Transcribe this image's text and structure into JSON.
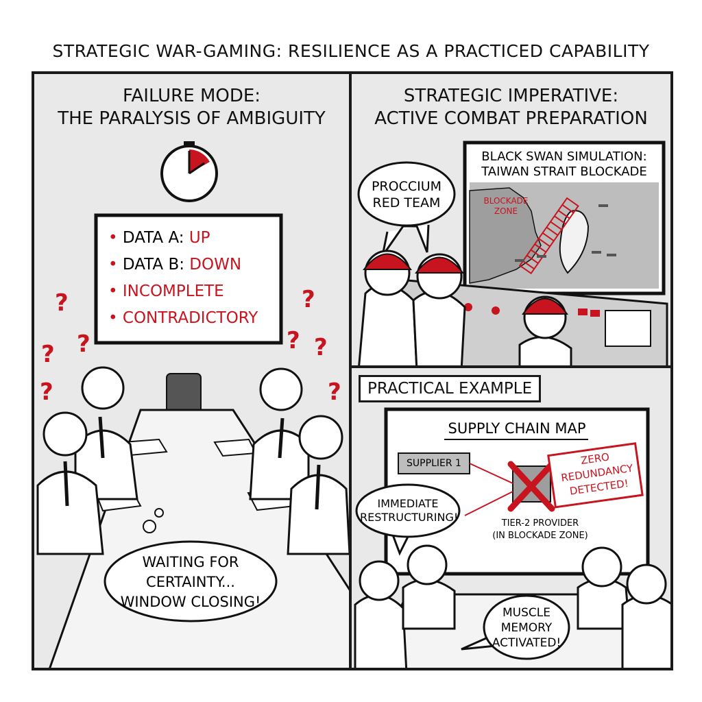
{
  "page": {
    "title": "STRATEGIC WAR-GAMING: RESILIENCE AS A PRACTICED CAPABILITY"
  },
  "panel_left": {
    "title_line1": "FAILURE MODE:",
    "title_line2": "THE PARALYSIS OF AMBIGUITY",
    "board": [
      {
        "prefix": "DATA A: ",
        "value": "UP"
      },
      {
        "prefix": "DATA B: ",
        "value": "DOWN"
      },
      {
        "prefix": "",
        "value": "INCOMPLETE"
      },
      {
        "prefix": "",
        "value": "CONTRADICTORY"
      }
    ],
    "thought_line1": "WAITING FOR",
    "thought_line2": "CERTAINTY...",
    "thought_line3": "WINDOW CLOSING!"
  },
  "panel_top_right": {
    "title_line1": "STRATEGIC IMPERATIVE:",
    "title_line2": "ACTIVE COMBAT PREPARATION",
    "bubble_line1": "PROCCIUM",
    "bubble_line2": "RED TEAM",
    "screen_title_line1": "BLACK SWAN SIMULATION:",
    "screen_title_line2": "TAIWAN STRAIT BLOCKADE",
    "zone_line1": "BLOCKADE",
    "zone_line2": "ZONE"
  },
  "panel_bottom_right": {
    "caption": "PRACTICAL EXAMPLE",
    "screen_title": "SUPPLY CHAIN MAP",
    "supplier": "SUPPLIER 1",
    "stamp_line1": "ZERO",
    "stamp_line2": "REDUNDANCY",
    "stamp_line3": "DETECTED!",
    "provider_line1": "TIER-2 PROVIDER",
    "provider_line2": "(IN BLOCKADE ZONE)",
    "bubble_left_line1": "IMMEDIATE",
    "bubble_left_line2": "RESTRUCTURING!",
    "bubble_right_line1": "MUSCLE",
    "bubble_right_line2": "MEMORY",
    "bubble_right_line3": "ACTIVATED!"
  },
  "colors": {
    "accent_red": "#c8141e",
    "ink": "#111111",
    "panel_bg": "#e9e9e9"
  }
}
